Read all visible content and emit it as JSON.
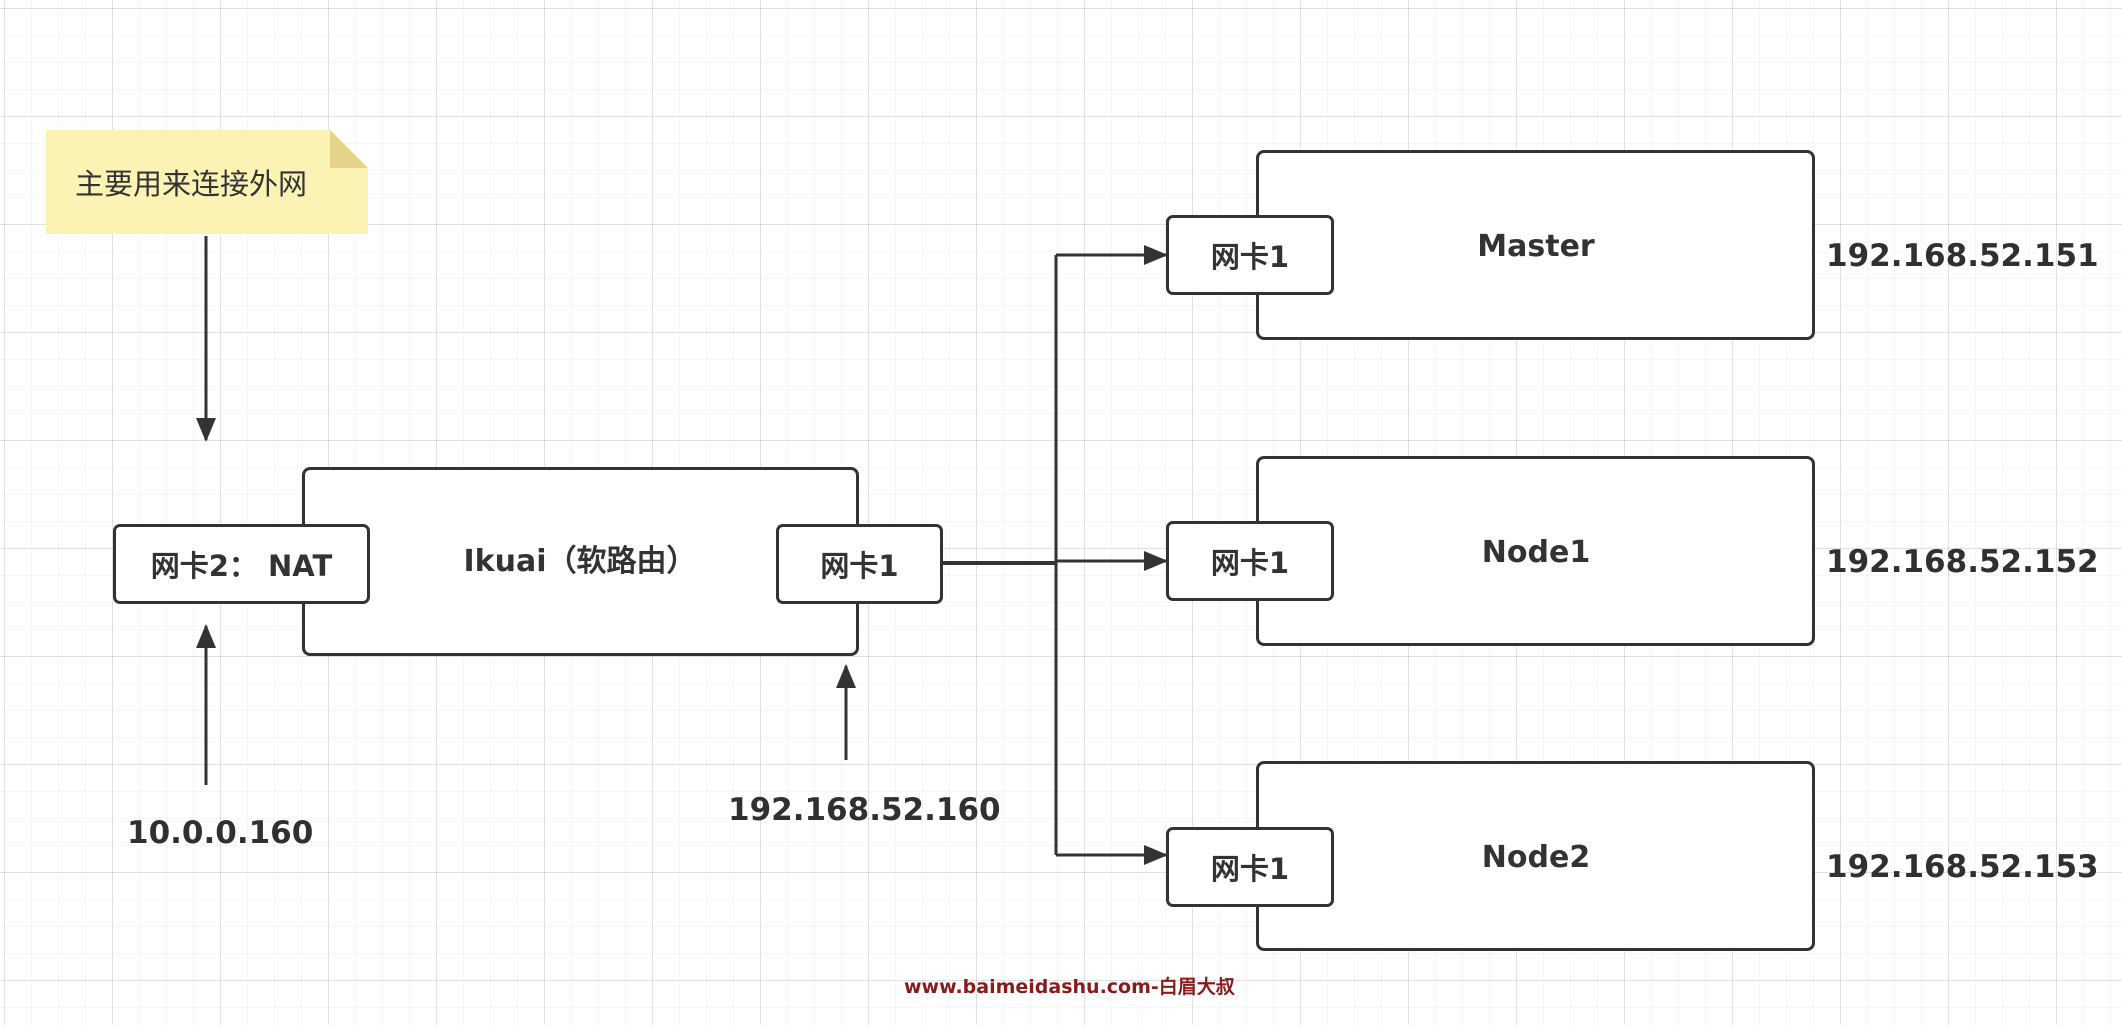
{
  "note": {
    "text": "主要用来连接外网",
    "fill_color": "#fbf3b4",
    "fold_color": "#e3d48a"
  },
  "router": {
    "title": "Ikuai（软路由）",
    "wan_nic": "网卡2： NAT",
    "lan_nic": "网卡1",
    "wan_ip": "10.0.0.160",
    "lan_ip": "192.168.52.160"
  },
  "nodes": [
    {
      "name": "Master",
      "nic": "网卡1",
      "ip": "192.168.52.151"
    },
    {
      "name": "Node1",
      "nic": "网卡1",
      "ip": "192.168.52.152"
    },
    {
      "name": "Node2",
      "nic": "网卡1",
      "ip": "192.168.52.153"
    }
  ],
  "watermark": "www.baimeidashu.com-白眉大叔",
  "colors": {
    "stroke": "#333333",
    "grid": "#e0e0e0",
    "watermark": "#8b1a1a"
  }
}
